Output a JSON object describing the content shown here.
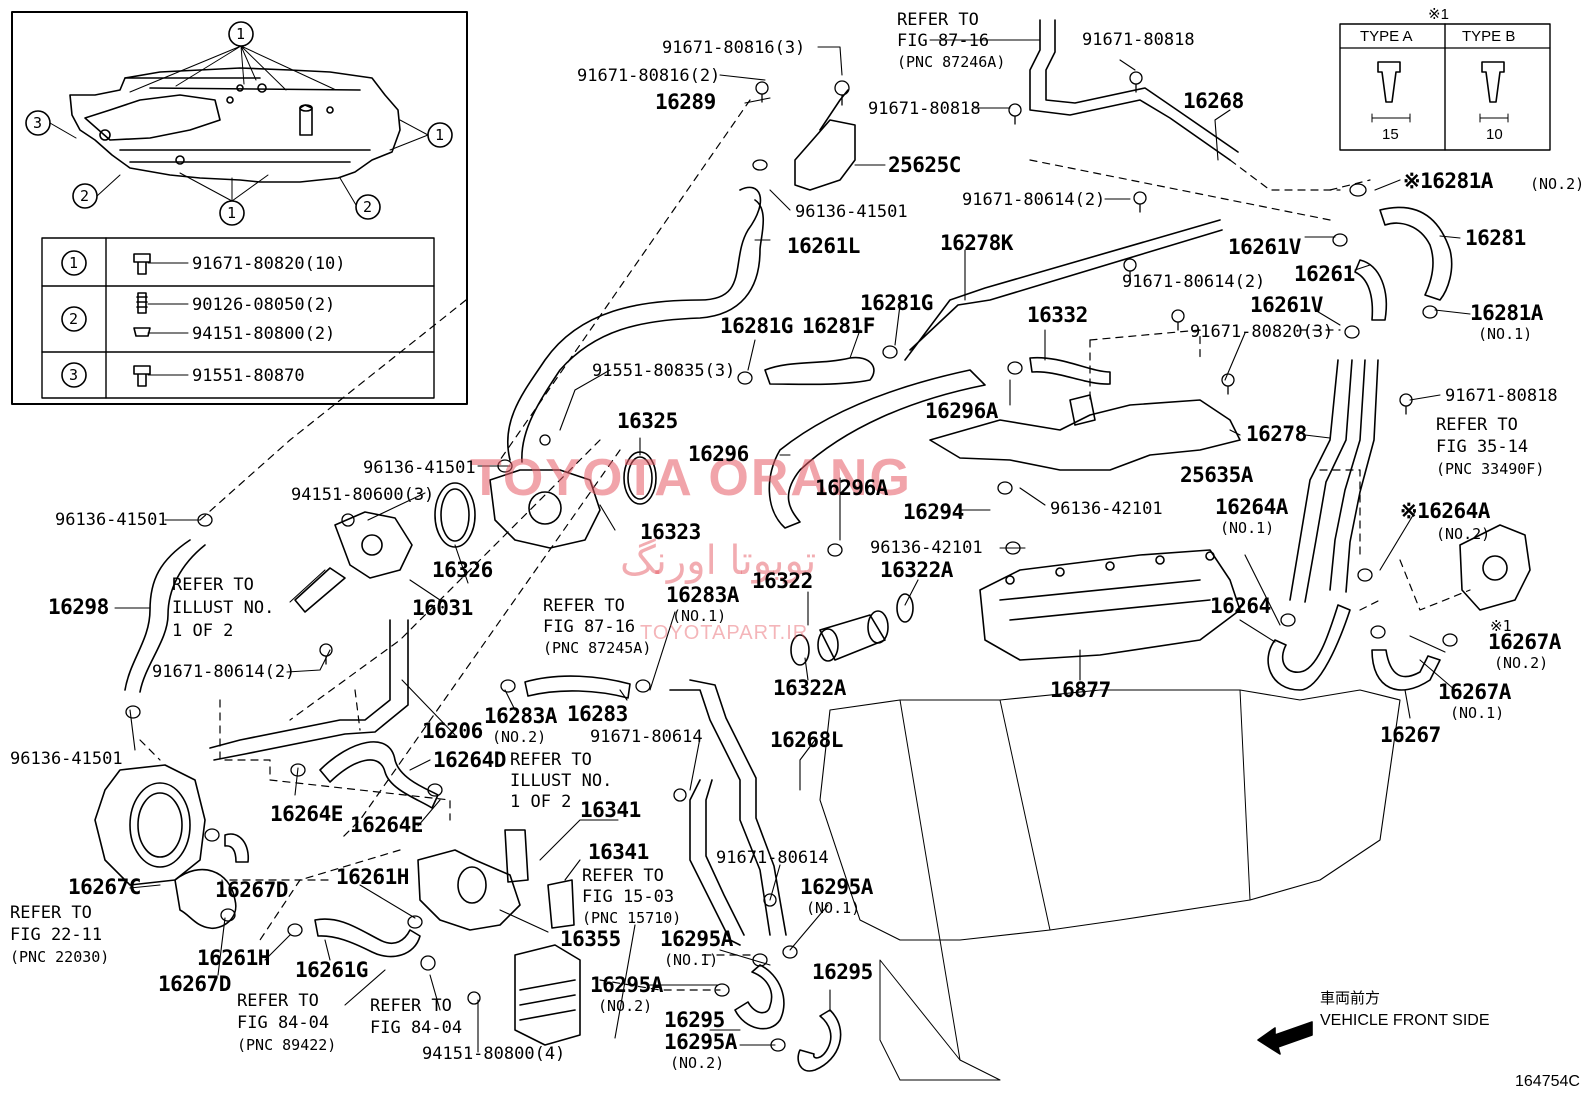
{
  "diagram_id": "164754C",
  "watermark": {
    "latin": "TOYOTA ORANG",
    "persian": "تویوتا اورنگ",
    "site": "TOYOTAPART.IR"
  },
  "inset_legend": {
    "callouts": [
      "1",
      "2",
      "3"
    ],
    "rows": [
      {
        "no": "1",
        "parts": [
          "91671-80820(10)"
        ]
      },
      {
        "no": "2",
        "parts": [
          "90126-08050(2)",
          "94151-80800(2)"
        ]
      },
      {
        "no": "3",
        "parts": [
          "91551-80870"
        ]
      }
    ]
  },
  "type_table": {
    "mark": "※1",
    "type_a": "TYPE A",
    "type_b": "TYPE B",
    "dim_a": "15",
    "dim_b": "10"
  },
  "labels": {
    "p91671_80816_3": "91671-80816(3)",
    "p91671_80816_2": "91671-80816(2)",
    "p16289": "16289",
    "p25625C": "25625C",
    "p96136_41501_a": "96136-41501",
    "p16261L": "16261L",
    "p91671_80818_a": "91671-80818",
    "p91671_80818_b": "91671-80818",
    "p16268": "16268",
    "p91671_80614_2a": "91671-80614(2)",
    "p16278K": "16278K",
    "p16261V_a": "16261V",
    "p16261": "16261",
    "p91671_80614_2b": "91671-80614(2)",
    "p16261V_b": "16261V",
    "p16281A_no2": "※16281A",
    "p16281": "16281",
    "p16281A_no1": "16281A",
    "p91671_80820_3": "91671-80820(3)",
    "p16281G_a": "16281G",
    "p16281G_b": "16281G",
    "p16281F": "16281F",
    "p16332": "16332",
    "p91551_80835_3": "91551-80835(3)",
    "p16296A_a": "16296A",
    "p16325": "16325",
    "p16296": "16296",
    "p25635A": "25635A",
    "p16278": "16278",
    "p91671_80818_c": "91671-80818",
    "p96136_41501_b": "96136-41501",
    "p16296A_b": "16296A",
    "p94151_80600_3": "94151-80600(3)",
    "p16323": "16323",
    "p16294": "16294",
    "p96136_42101_a": "96136-42101",
    "p96136_41501_c": "96136-41501",
    "p16264A_no1": "16264A",
    "p16264A_no2": "※16264A",
    "p96136_42101_b": "96136-42101",
    "p16326": "16326",
    "p16322": "16322",
    "p16322A_a": "16322A",
    "p16298": "16298",
    "p16031": "16031",
    "p16283A_no1": "16283A",
    "p16264": "16264",
    "p16267A_no2": "16267A",
    "p91671_80614_2c": "91671-80614(2)",
    "p16322A_b": "16322A",
    "p16877": "16877",
    "p16267A_no1": "16267A",
    "p16283": "16283",
    "p16283A_no2": "16283A",
    "p16206": "16206",
    "p96136_41501_d": "96136-41501",
    "p91671_80614_a": "91671-80614",
    "p16268L": "16268L",
    "p16267": "16267",
    "p16264D": "16264D",
    "p16264E_a": "16264E",
    "p16264E_b": "16264E",
    "p16341_a": "16341",
    "p16341_b": "16341",
    "p16267C": "16267C",
    "p16267D_a": "16267D",
    "p16261H_a": "16261H",
    "p91671_80614_b": "91671-80614",
    "p16295A_no1a": "16295A",
    "p16355": "16355",
    "p16295A_no1b": "16295A",
    "p16261H_b": "16261H",
    "p16261G": "16261G",
    "p16267D_b": "16267D",
    "p16295": "16295",
    "p16295A_no2a": "16295A",
    "p16295_b": "16295",
    "p16295A_no2b": "16295A",
    "p94151_80800_4": "94151-80800(4)",
    "no1": "(NO.1)",
    "no2": "(NO.2)",
    "x1": "※1"
  },
  "refs": {
    "fig87_16_top": [
      "REFER TO",
      "FIG 87-16",
      "(PNC 87246A)"
    ],
    "fig87_16_mid": [
      "REFER TO",
      "FIG 87-16",
      "(PNC 87245A)"
    ],
    "fig35_14": [
      "REFER TO",
      "FIG 35-14",
      "(PNC 33490F)"
    ],
    "illust1": [
      "REFER TO",
      "ILLUST NO.",
      "1 OF 2"
    ],
    "illust2": [
      "REFER TO",
      "ILLUST NO.",
      "1 OF 2"
    ],
    "fig15_03": [
      "REFER TO",
      "FIG 15-03",
      "(PNC 15710)"
    ],
    "fig22_11": [
      "REFER TO",
      "FIG 22-11",
      "(PNC 22030)"
    ],
    "fig84_04_a": [
      "REFER TO",
      "FIG 84-04",
      "(PNC 89422)"
    ],
    "fig84_04_b": [
      "REFER TO",
      "FIG 84-04"
    ]
  },
  "front": {
    "jp": "車両前方",
    "en": "VEHICLE FRONT SIDE"
  }
}
